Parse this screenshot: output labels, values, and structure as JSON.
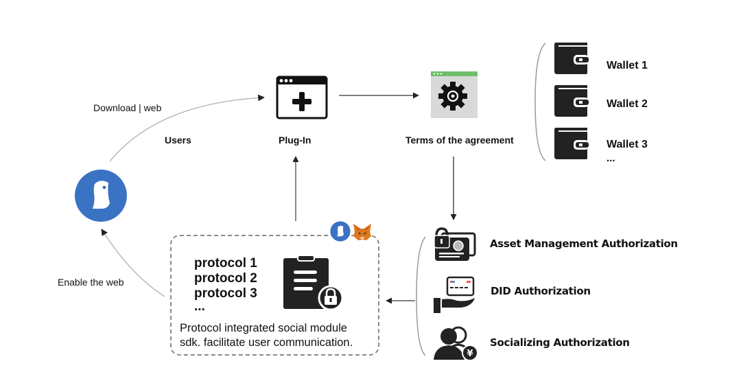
{
  "title": "Plug-in authorization flow",
  "nodes": {
    "users": {
      "label": "Users",
      "icon": "penguin-logo-icon",
      "color": "#3a72c4"
    },
    "plugin": {
      "label": "Plug-In",
      "icon": "browser-plus-icon"
    },
    "terms": {
      "label": "Terms of the agreement",
      "icon": "settings-gear-window-icon",
      "accent": "#6fbf6a"
    },
    "wallets": [
      {
        "label": "Wallet 1",
        "icon": "wallet-icon"
      },
      {
        "label": "Wallet 2",
        "icon": "wallet-icon"
      },
      {
        "label": "Wallet 3",
        "icon": "wallet-icon"
      }
    ],
    "wallets_more": "...",
    "authorizations": [
      {
        "label": "Asset Management Authorization",
        "icon": "locked-card-icon"
      },
      {
        "label": "DID Authorization",
        "icon": "card-in-hand-icon"
      },
      {
        "label": "Socializing Authorization",
        "icon": "users-yen-icon"
      }
    ],
    "protocol_box": {
      "protocols": [
        "protocol 1",
        "protocol 2",
        "protocol 3"
      ],
      "more": "...",
      "description_line1": "Protocol integrated social module",
      "description_line2": "sdk. facilitate user communication.",
      "icon": "clipboard-lock-icon",
      "badges": [
        "penguin-logo-icon",
        "metamask-fox-icon"
      ]
    }
  },
  "edges": {
    "users_to_plugin": "Download | web",
    "protocol_to_users": "Enable the web"
  },
  "colors": {
    "logo_blue": "#3a72c4",
    "terms_green": "#6fbf6a",
    "icon_dark": "#222222",
    "line_gray": "#9a9a9a"
  }
}
